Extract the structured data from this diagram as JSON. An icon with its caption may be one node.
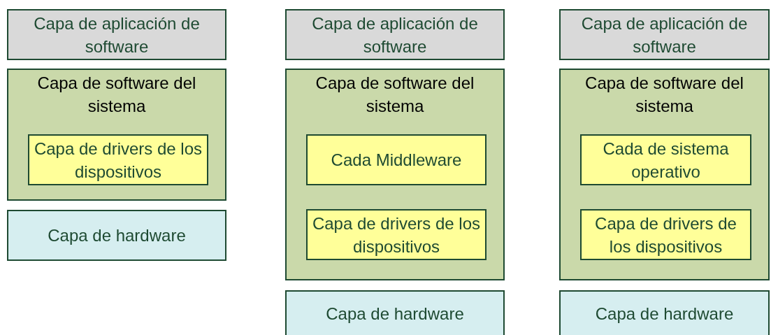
{
  "diagram": {
    "nodes": [
      {
        "text": [
          "Capa de aplicación de software"
        ]
      },
      {
        "text": [
          "Capa de software del sistema"
        ]
      },
      {
        "text": [
          "Capa de drivers de los dispositivos"
        ],
        "in": 1
      },
      {
        "text": [
          "Capa de hardware"
        ]
      },
      {
        "text": [
          "Capa de aplicación de software"
        ]
      },
      {
        "text": [
          "Capa de software del sistema"
        ]
      },
      {
        "text": [
          "Cada Middleware"
        ],
        "in": 5
      },
      {
        "text": [
          "Capa de drivers de los dispositivos"
        ],
        "in": 5
      },
      {
        "text": [
          "Capa de hardware"
        ]
      },
      {
        "text": [
          "Capa de aplicación de software"
        ]
      },
      {
        "text": [
          "Capa de software del sistema"
        ]
      },
      {
        "text": [
          "Cada de sistema operativo"
        ],
        "in": 10
      },
      {
        "text": [
          "Capa de drivers de los dispositivos"
        ],
        "in": 10
      },
      {
        "text": [
          "Capa de hardware"
        ]
      }
    ]
  }
}
